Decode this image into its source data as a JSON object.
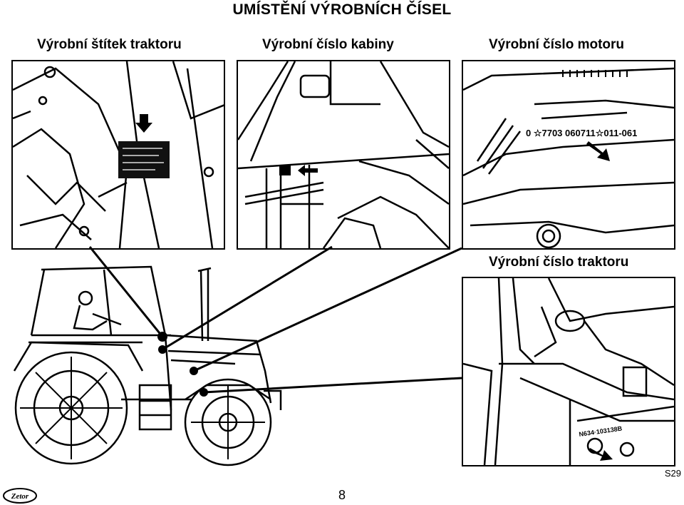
{
  "title": "UMÍSTĚNÍ VÝROBNÍCH ČÍSEL",
  "captions": {
    "tractor_plate": "Výrobní štítek traktoru",
    "cab_number": "Výrobní číslo kabiny",
    "engine_number": "Výrobní číslo motoru",
    "tractor_number": "Výrobní číslo traktoru"
  },
  "engine_serial": "0 ☆7703 060711☆011-061",
  "tractor_serial": "N634·103138B",
  "section_code": "S29",
  "page_number": "8",
  "logo_text": "Zetor"
}
